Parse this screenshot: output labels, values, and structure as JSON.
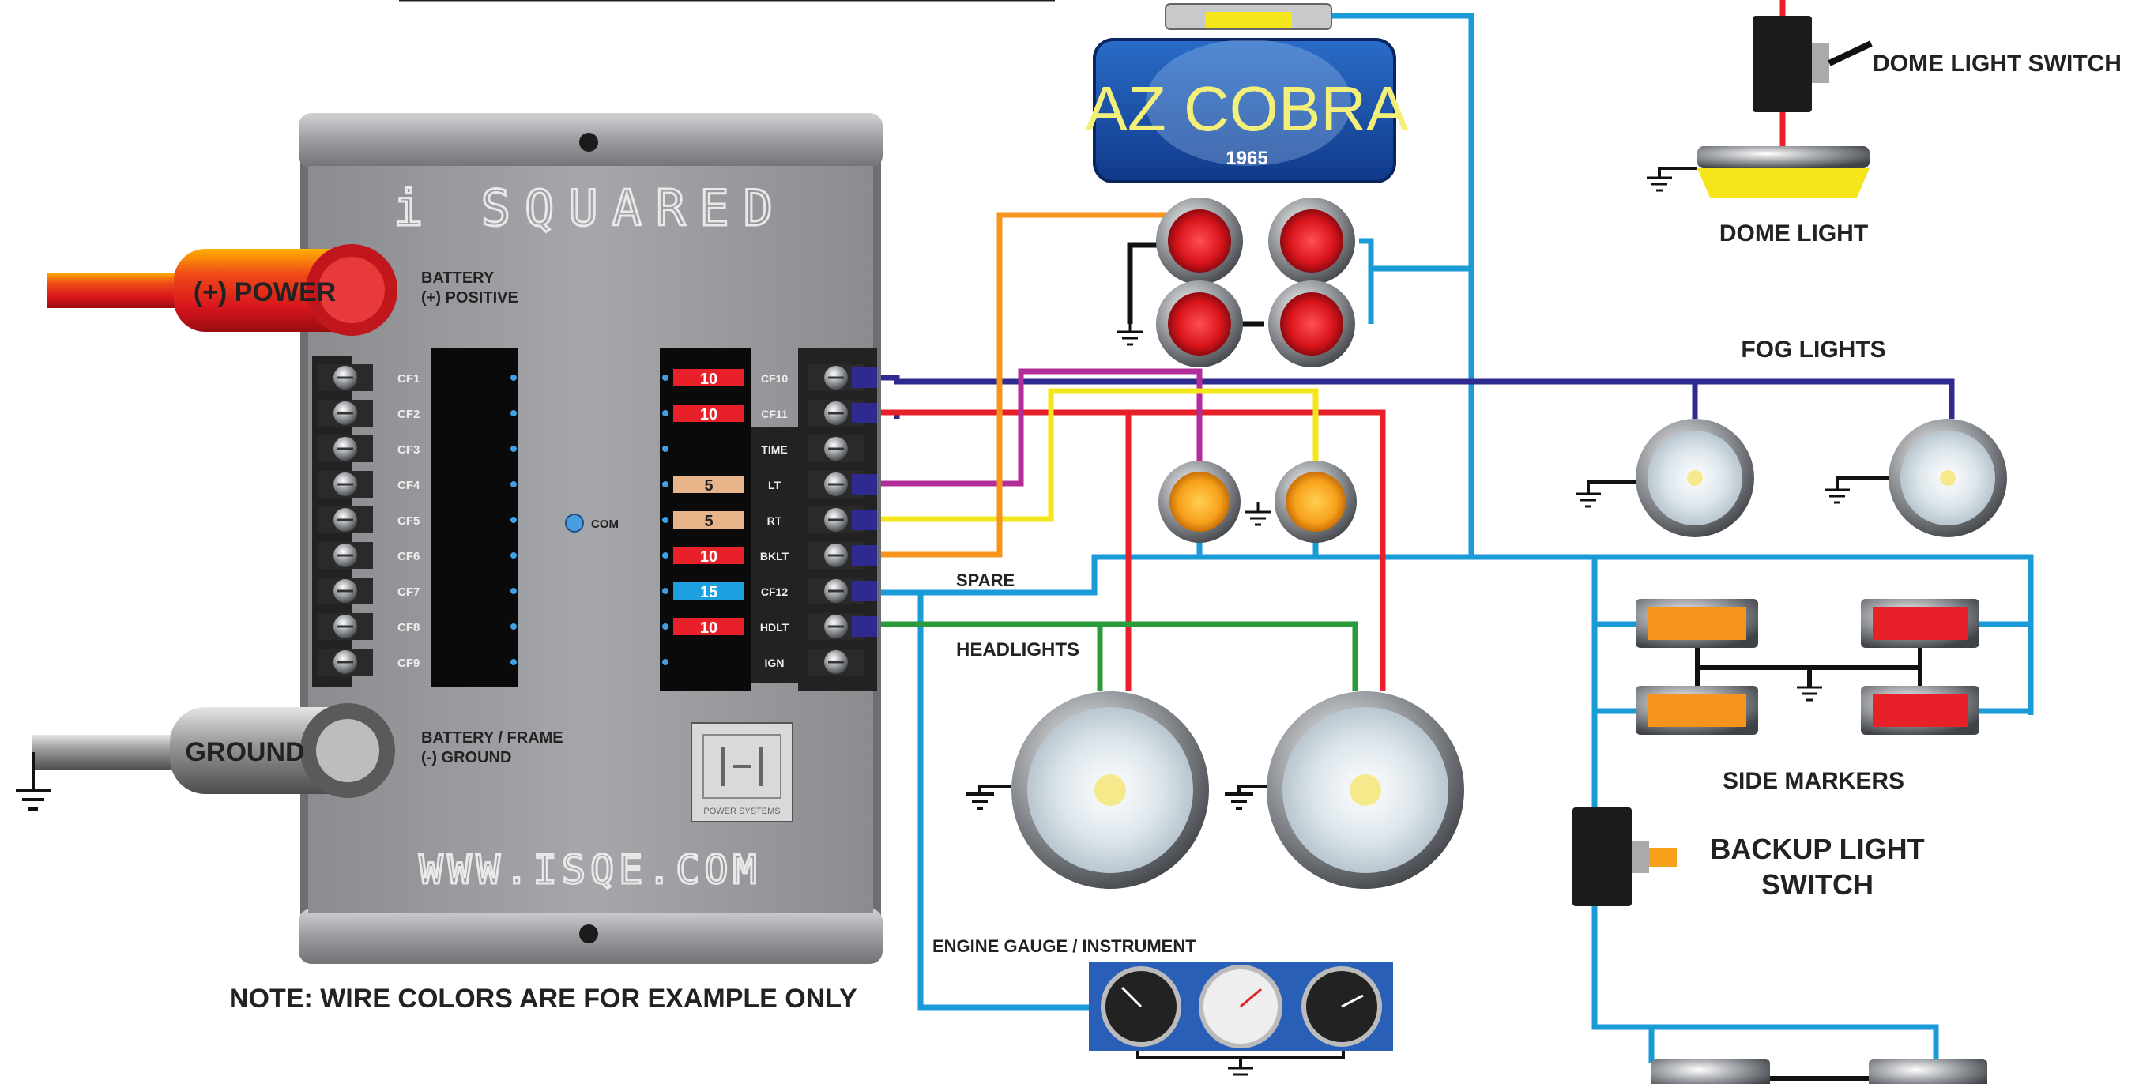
{
  "brand": {
    "name": "i SQUARED",
    "website": "WWW.ISQE.COM",
    "logo_text": "POWER SYSTEMS"
  },
  "badge": {
    "title": "AZ COBRA",
    "year": "1965"
  },
  "panel": {
    "com_label": "COM",
    "left_circuits": [
      "CF1",
      "CF2",
      "CF3",
      "CF4",
      "CF5",
      "CF6",
      "CF7",
      "CF8",
      "CF9"
    ],
    "right_circuits": [
      {
        "label": "CF10",
        "fuse": "10",
        "color": "#e8202a"
      },
      {
        "label": "CF11",
        "fuse": "10",
        "color": "#e8202a"
      },
      {
        "label": "TIME",
        "fuse": "",
        "color": ""
      },
      {
        "label": "LT",
        "fuse": "5",
        "color": "#e8b48a"
      },
      {
        "label": "RT",
        "fuse": "5",
        "color": "#e8b48a"
      },
      {
        "label": "BKLT",
        "fuse": "10",
        "color": "#e8202a"
      },
      {
        "label": "CF12",
        "fuse": "15",
        "color": "#1ea0e0"
      },
      {
        "label": "HDLT",
        "fuse": "10",
        "color": "#e8202a"
      },
      {
        "label": "IGN",
        "fuse": "",
        "color": ""
      }
    ]
  },
  "power": {
    "cable_label": "(+) POWER",
    "desc_line1": "BATTERY",
    "desc_line2": "(+) POSITIVE"
  },
  "ground": {
    "cable_label": "GROUND",
    "desc_line1": "BATTERY / FRAME",
    "desc_line2": "(-) GROUND"
  },
  "labels": {
    "note": "NOTE: WIRE COLORS ARE FOR EXAMPLE ONLY",
    "dome_light_switch": "DOME LIGHT SWITCH",
    "dome_light": "DOME LIGHT",
    "fog_lights": "FOG LIGHTS",
    "side_markers": "SIDE MARKERS",
    "backup_switch_line1": "BACKUP LIGHT",
    "backup_switch_line2": "SWITCH",
    "faint_headlights": "HEADLIGHTS",
    "faint_gauges": "ENGINE GAUGE / INSTRUMENT",
    "faint_cf12": "SPARE"
  },
  "colors": {
    "wire_blue": "#1a9ad6",
    "wire_navy": "#2e2a8f",
    "wire_red": "#e8202a",
    "wire_yellow": "#f5e51b",
    "wire_orange": "#f7941d",
    "wire_magenta": "#b32d9a",
    "wire_green": "#2a9a3a",
    "panel_grey": "#9c9ea1"
  }
}
